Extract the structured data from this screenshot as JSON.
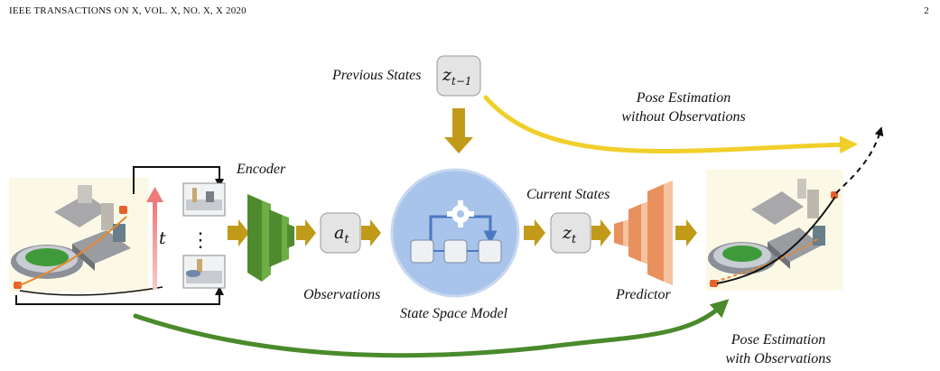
{
  "header": {
    "journal_line": "IEEE TRANSACTIONS ON X, VOL. X, NO. X, X 2020",
    "page_number": "2"
  },
  "diagram": {
    "labels": {
      "previous_states": "Previous States",
      "pose_without_line1": "Pose Estimation",
      "pose_without_line2": "without Observations",
      "encoder": "Encoder",
      "current_states": "Current States",
      "observations": "Observations",
      "state_space_model": "State Space Model",
      "predictor": "Predictor",
      "pose_with_line1": "Pose Estimation",
      "pose_with_line2": "with Observations",
      "time_axis": "t",
      "ellipsis": "⋮"
    },
    "symbols": {
      "z_prev": "z",
      "z_prev_sub": "t−1",
      "z_curr": "z",
      "z_curr_sub": "t",
      "a": "a",
      "a_sub": "t"
    },
    "colors": {
      "flow_arrow": "#c19a1a",
      "yellow_curve": "#f0cf2a",
      "green_curve": "#4a8a2c",
      "encoder_green": "#5d9e3a",
      "predictor_orange": "#f2ab7c",
      "ssm_circle": "#a9c4ea",
      "ssm_blue": "#4a78c2",
      "time_arrow": "#f08a8a",
      "token_box": "#e4e4e4",
      "scene_bg": "#fbf9e6"
    }
  }
}
